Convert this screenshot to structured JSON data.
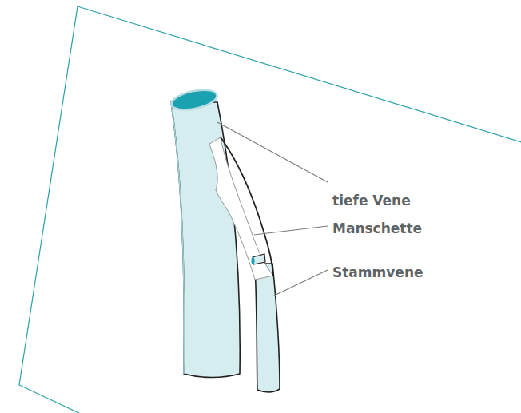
{
  "diagram": {
    "labels": [
      "tiefe Vene",
      "Manschette",
      "Stammvene"
    ]
  }
}
